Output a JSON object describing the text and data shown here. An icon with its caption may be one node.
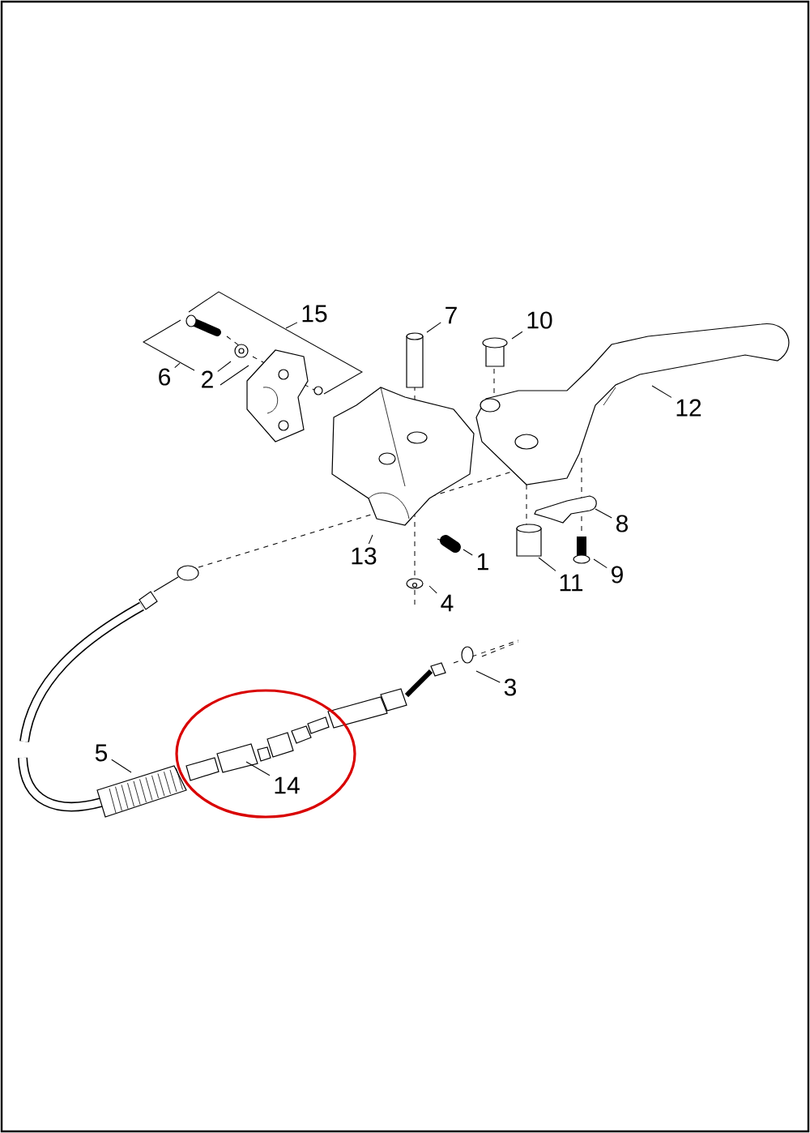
{
  "diagram": {
    "nodes": [
      {
        "text": [
          "15"
        ]
      },
      {
        "text": [
          "7"
        ]
      },
      {
        "text": [
          "10"
        ]
      },
      {
        "text": [
          "2"
        ]
      },
      {
        "text": [
          "6"
        ]
      },
      {
        "text": [
          "12"
        ]
      },
      {
        "text": [
          "8"
        ]
      },
      {
        "text": [
          "13"
        ]
      },
      {
        "text": [
          "1"
        ]
      },
      {
        "text": [
          "9"
        ]
      },
      {
        "text": [
          "11"
        ]
      },
      {
        "text": [
          "4"
        ]
      },
      {
        "text": [
          "3"
        ]
      },
      {
        "text": [
          "5"
        ]
      },
      {
        "text": [
          "14"
        ]
      }
    ],
    "edges": [
      {
        "from": 0,
        "to": null,
        "arrow": "none"
      },
      {
        "from": 1,
        "to": null,
        "arrow": "none"
      },
      {
        "from": 2,
        "to": null,
        "arrow": "none"
      },
      {
        "from": 3,
        "to": null,
        "arrow": "none"
      },
      {
        "from": 4,
        "to": null,
        "arrow": "none"
      },
      {
        "from": 5,
        "to": null,
        "arrow": "none"
      },
      {
        "from": 6,
        "to": null,
        "arrow": "none"
      },
      {
        "from": 7,
        "to": null,
        "arrow": "none"
      },
      {
        "from": 8,
        "to": null,
        "arrow": "none"
      },
      {
        "from": 9,
        "to": null,
        "arrow": "none"
      },
      {
        "from": 10,
        "to": null,
        "arrow": "none"
      },
      {
        "from": 11,
        "to": null,
        "arrow": "none"
      },
      {
        "from": 12,
        "to": null,
        "arrow": "none"
      },
      {
        "from": 13,
        "to": null,
        "arrow": "none"
      },
      {
        "from": 14,
        "to": null,
        "arrow": "none"
      }
    ]
  }
}
